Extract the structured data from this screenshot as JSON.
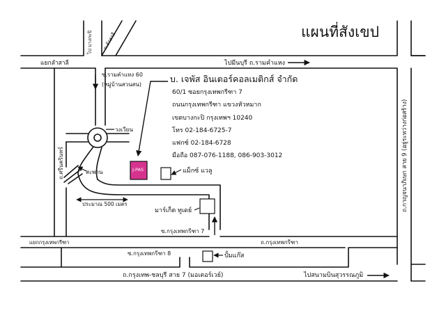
{
  "map": {
    "title": "แผนที่สังเขป",
    "company": {
      "name": "บ. เจพัส อินเตอร์คอลเมติกส์ จำกัด",
      "address_lines": [
        "60/1 ซอยกรุงเทพกรีฑา 7",
        "ถนนกรุงเทพกรีฑา แขวงหัวหมาก",
        "เขตบางกะปิ กรุงเทพฯ 10240",
        "โทร 02-184-6725-7",
        "แฟกซ์ 02-184-6728",
        "มือถือ 087-076-1188, 086-903-3012"
      ]
    },
    "roads": {
      "top_road": "ไปมีนบุรี ถ.รามคำแหง",
      "top_left_junction": "แยกลำสาลี",
      "road_barbie": "ไป บางกะปิ",
      "road_lamsali": "ถ.ลำสาลี",
      "soi_ramkhamhaeng_60": "ซ.รามคำแหง 60",
      "village": "(หมู่บ้านสวนสน)",
      "roundabout": "วงเวียน",
      "bridge": "สะพาน",
      "si_nakharin": "ถ.ศรีนครินทร์",
      "distance": "ประมาณ 500 เมตร",
      "soi_krungthep_kreetha_7": "ซ.กรุงเทพกรีฑา 7",
      "left_junction": "แยกกรุงเทพกรีฑา",
      "krungthep_kreetha_road": "ถ.กรุงเทพกรีฑา",
      "soi_krungthep_kreetha_8": "ซ.กรุงเทพกรีฑา 8",
      "motorway": "ถ.กรุงเทพ-ชลบุรี สาย 7 (มอเตอร์เวย์)",
      "to_airport": "ไปสนามบินสุวรรณภูมิ",
      "right_road": "ถ.กาญจนาภิเษก สาย 9 (อยู่ระหว่างก่อสร้าง)"
    },
    "landmarks": {
      "jpas": "J-PAS",
      "makro": "แม็กซ์ แวลู",
      "market_today": "มาร์เก็ต ทูเดย์",
      "gas_station": "ปั้มแก๊ส"
    },
    "colors": {
      "jpas_fill": "#d6338f",
      "road": "#111111",
      "background": "#ffffff"
    }
  }
}
